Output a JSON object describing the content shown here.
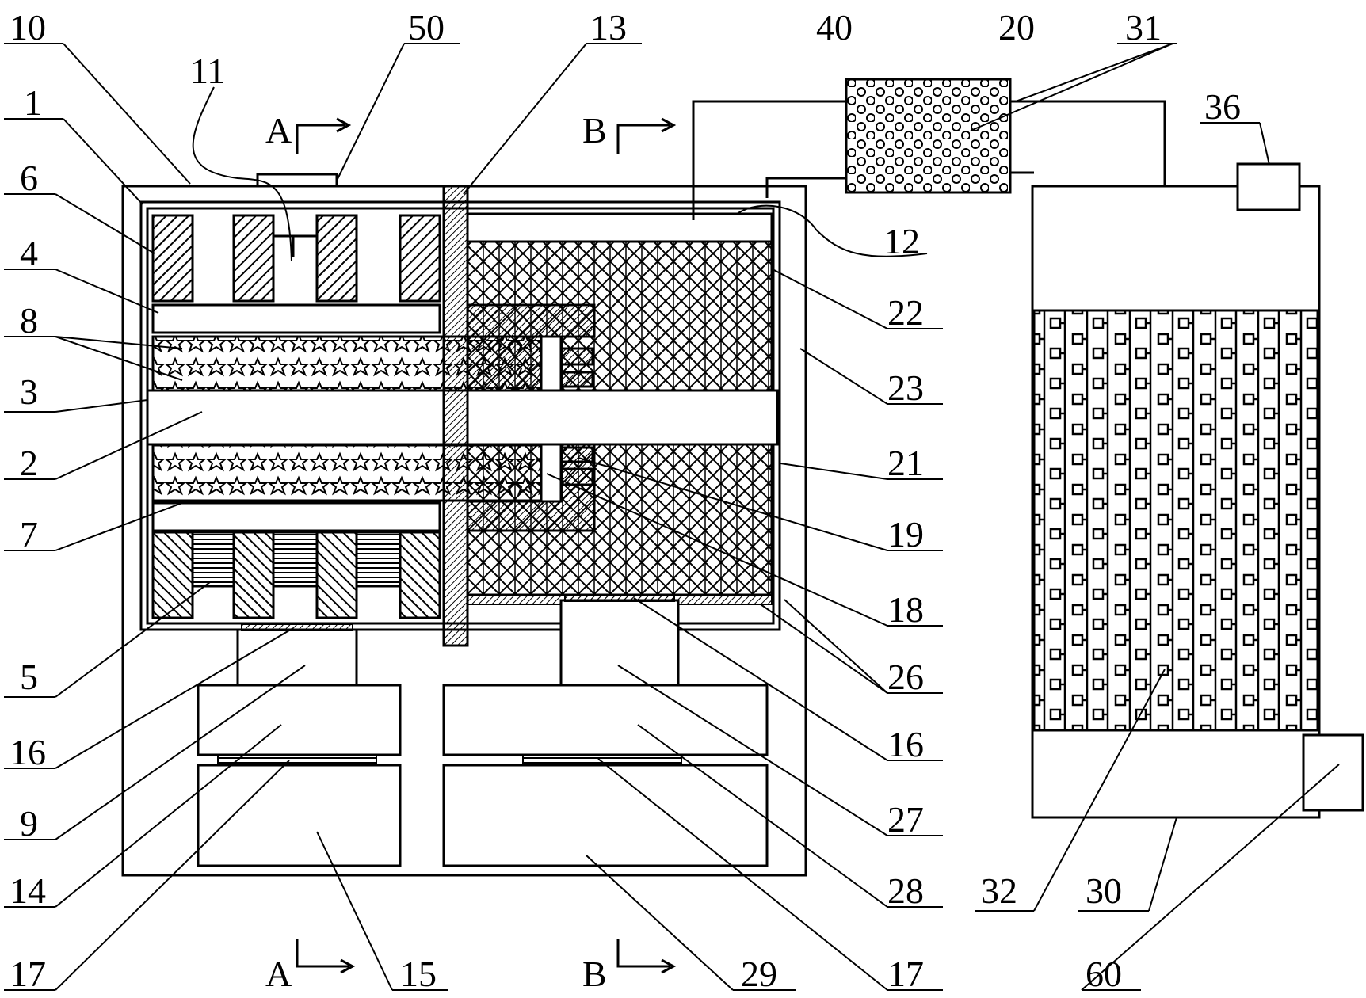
{
  "labels": {
    "n10": "10",
    "n50": "50",
    "n13": "13",
    "n40": "40",
    "n20": "20",
    "n31": "31",
    "n11": "11",
    "n1": "1",
    "n36": "36",
    "n6": "6",
    "n12": "12",
    "n4": "4",
    "n22": "22",
    "n8": "8",
    "n23": "23",
    "n3": "3",
    "n2": "2",
    "n21": "21",
    "n7": "7",
    "n19": "19",
    "n18": "18",
    "n5": "5",
    "n26": "26",
    "n16a": "16",
    "n16b": "16",
    "n9": "9",
    "n27": "27",
    "n28": "28",
    "n14": "14",
    "n32": "32",
    "n30": "30",
    "n17a": "17",
    "n17b": "17",
    "n15": "15",
    "n29": "29",
    "n60": "60"
  },
  "section_markers": {
    "a_top": "A",
    "b_top": "B",
    "a_bottom": "A",
    "b_bottom": "B"
  }
}
